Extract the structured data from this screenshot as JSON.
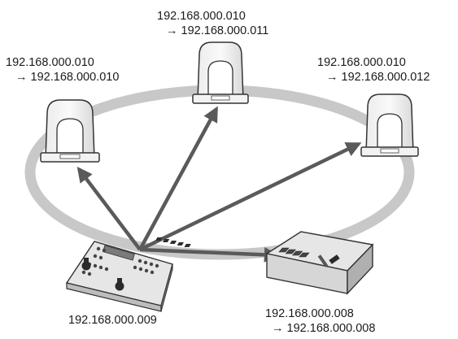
{
  "network_diagram": {
    "ring": {
      "color": "#c8c8c8",
      "description": "network ring connecting devices"
    },
    "arrow_color": "#5a5a5a",
    "cameras": [
      {
        "id": "camera-left",
        "ip_before": "192.168.000.010",
        "ip_after": "→ 192.168.000.010"
      },
      {
        "id": "camera-center",
        "ip_before": "192.168.000.010",
        "ip_after": "→ 192.168.000.011"
      },
      {
        "id": "camera-right",
        "ip_before": "192.168.000.010",
        "ip_after": "→ 192.168.000.012"
      }
    ],
    "controller": {
      "ip": "192.168.000.009"
    },
    "switcher": {
      "ip_before": "192.168.000.008",
      "ip_after": "→ 192.168.000.008"
    }
  }
}
